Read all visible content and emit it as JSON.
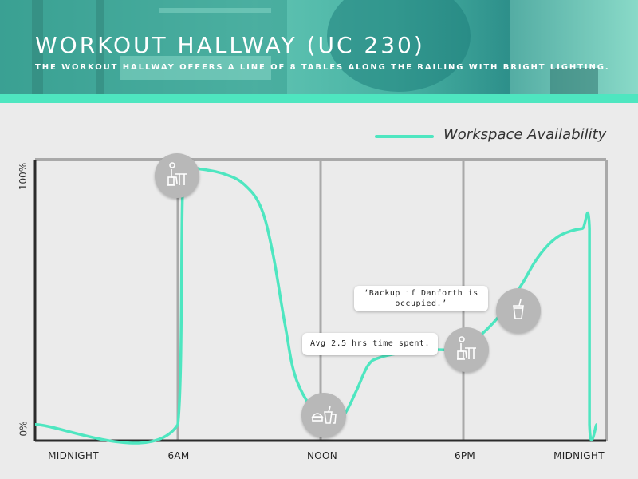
{
  "header": {
    "title": "WORKOUT HALLWAY (UC 230)",
    "subtitle": "THE WORKOUT HALLWAY OFFERS A LINE OF 8 TABLES ALONG THE RAILING WITH BRIGHT LIGHTING."
  },
  "colors": {
    "accent": "#4ee6c0",
    "grid": "#a9a9a9",
    "axis": "#2b2b2b",
    "background": "#ebebeb"
  },
  "chart_data": {
    "type": "line",
    "title": "",
    "xlabel": "",
    "ylabel": "",
    "legend": {
      "label": "Workspace Availability",
      "placement": "top-right"
    },
    "x_ticks": [
      "MIDNIGHT",
      "6AM",
      "NOON",
      "6PM",
      "MIDNIGHT"
    ],
    "y_ticks": [
      "0%",
      "100%"
    ],
    "xlim": [
      0,
      24
    ],
    "ylim": [
      0,
      100
    ],
    "grid": true,
    "series": [
      {
        "name": "Workspace Availability",
        "x": [
          0,
          6,
          6.2,
          6.4,
          7,
          8,
          8.8,
          9.5,
          10,
          10.5,
          11,
          12,
          12.5,
          13,
          13.5,
          14,
          14.5,
          15.5,
          16.5,
          17.5,
          18,
          18.5,
          19,
          19.5,
          20,
          20.5,
          21,
          21.5,
          22,
          22.5,
          23,
          23.3,
          23.3,
          23.6
        ],
        "y": [
          1,
          1,
          91,
          100,
          100,
          98,
          94,
          85,
          67,
          40,
          18,
          3,
          2,
          5,
          14,
          24,
          27,
          29,
          30,
          30,
          31,
          34,
          38,
          43,
          49,
          56,
          64,
          70,
          74,
          76,
          77,
          77,
          1,
          1
        ]
      }
    ],
    "annotations": [
      {
        "x": 6.0,
        "y": 100,
        "icon": "desk-chair-icon"
      },
      {
        "x": 12.2,
        "y": 3,
        "icon": "food-drink-icon",
        "text": "Avg 2.5 hrs time spent."
      },
      {
        "x": 18.1,
        "y": 30,
        "icon": "desk-chair-icon",
        "text": "‘Backup if Danforth is occupied.’"
      },
      {
        "x": 20.2,
        "y": 45,
        "icon": "drink-cup-icon"
      }
    ]
  }
}
